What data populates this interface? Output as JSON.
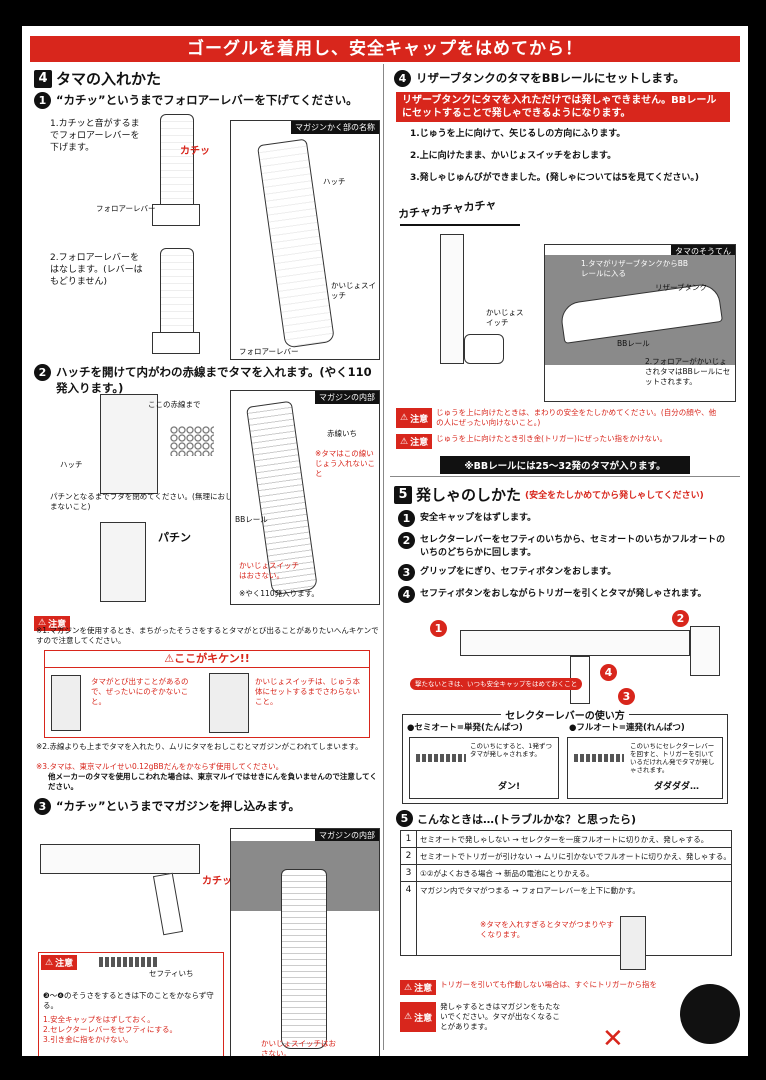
{
  "banner": "ゴーグルを着用し、安全キャップをはめてから！",
  "left": {
    "section4": {
      "num": "4",
      "title": "タマの入れかた"
    },
    "step1": {
      "num": "1",
      "text": "“カチッ”というまでフォロアーレバーを下げてください。",
      "sub1": "1.カチッと音がするまでフォロアーレバーを下げます。",
      "katchi": "カチッ",
      "follower_label": "フォロアーレバー",
      "sub2": "2.フォロアーレバーをはなします。(レバーはもどりません)",
      "frame_title": "マガジンかく部の名称",
      "hatch": "ハッチ",
      "release": "かいじょスイッチ",
      "follower_bottom": "フォロアーレバー"
    },
    "step2": {
      "num": "2",
      "text": "ハッチを開けて内がわの赤線までタマを入れます。(やく110発入ります。)",
      "red_line_note": "ここの赤線まで",
      "hatch": "ハッチ",
      "pachin_note": "パチンとなるまでフタを閉めてください。(無理におしこまないこと)",
      "pachin": "パチン",
      "frame_title": "マガジンの内部",
      "akasen": "赤線いち",
      "bb_note": "※タマはこの線いじょう入れないこと",
      "bb_rail": "BBレール",
      "release_note": "かいじょスイッチはおさない。",
      "capacity": "※やく110発入ります。"
    },
    "caution1": {
      "label": "注意",
      "text": "※1.マガジンを使用するとき、まちがったそうさをするとタマがとび出ることがありたいへんキケンですので注意してください。"
    },
    "danger": {
      "title": "ここがキケン!!",
      "left": "タマがとび出すことがあるので、ぜったいにのぞかないこと。",
      "right": "かいじょスイッチは、じゅう本体にセットするまでさわらないこと。"
    },
    "notes": {
      "n2": "※2.赤線よりも上までタマを入れたり、ムリにタマをおしこむとマガジンがこわれてしまいます。",
      "n3": "※3.タマは、東京マルイせい0.12gBBだんをかならず使用してください。",
      "n3b": "他メーカーのタマを使用しこわれた場合は、東京マルイではせきにんを負いませんので注意してください。"
    },
    "step3": {
      "num": "3",
      "text": "“カチッ”というまでマガジンを押し込みます。",
      "katchi": "カチッ",
      "frame_title": "マガジンの内部",
      "safety_pos": "セフティいち",
      "release_note": "かいじょスイッチはおさない。"
    },
    "caution2": {
      "label": "注意",
      "intro": "❸〜❹のそうさをするときは下のことをかならず守る。",
      "items": [
        "1.安全キャップをはずしておく。",
        "2.セレクターレバーをセフティにする。",
        "3.引き金に指をかけない。"
      ]
    }
  },
  "right": {
    "step4": {
      "num": "4",
      "text": "リザーブタンクのタマをBBレールにセットします。",
      "redbar": "リザーブタンクにタマを入れただけでは発しゃできません。BBレールにセットすることで発しゃできるようになります。",
      "items": [
        "1.じゅうを上に向けて、矢じるしの方向にふります。",
        "2.上に向けたまま、かいじょスイッチをおします。",
        "3.発しゃじゅんびができました。(発しゃについては5を見てください。)"
      ],
      "kacha": "カチャカチャカチャ",
      "release": "かいじょスイッチ",
      "frame_title": "タマのそうてん",
      "note1": "1.タマがリザーブタンクからBBレールに入る",
      "reserve": "リザーブタンク",
      "bb_rail": "BBレール",
      "note2": "2.フォロアーがかいじょされタマはBBレールにセットされます。",
      "caution_a": "じゅうを上に向けたときは、まわりの安全をたしかめてください。(自分の顔や、他の人にぜったい向けないこと。)",
      "caution_b": "じゅうを上に向けたとき引き金(トリガー)にぜったい指をかけない。",
      "caution_label": "注意",
      "blackbar": "※BBレールには25〜32発のタマが入ります。"
    },
    "section5": {
      "num": "5",
      "title": "発しゃのしかた",
      "subtitle": "(安全をたしかめてから発しゃしてください)",
      "steps": [
        {
          "num": "1",
          "text": "安全キャップをはずします。"
        },
        {
          "num": "2",
          "text": "セレクターレバーをセフティのいちから、セミオートのいちかフルオートのいちのどちらかに回します。"
        },
        {
          "num": "3",
          "text": "グリップをにぎり、セフティボタンをおします。"
        },
        {
          "num": "4",
          "text": "セフティボタンをおしながらトリガーを引くとタマが発しゃされます。"
        }
      ],
      "callout_1": "1",
      "callout_2": "2",
      "callout_3": "3",
      "callout_4": "4",
      "warning_pill": "撃たないときは、いつも安全キャップをはめておくこと"
    },
    "selector": {
      "title": "セレクターレバーの使い方",
      "semi": "●セミオート=単発(たんぱつ)",
      "full": "●フルオート=連発(れんぱつ)",
      "semi_note": "このいちにすると、1発ずつタマが発しゃされます。",
      "full_note": "このいちにセレクターレバーを回すと、トリガーを引いているだけれん発でタマが発しゃされます。",
      "dan": "ダン!",
      "dadada": "ダダダダ…"
    },
    "trouble": {
      "num": "5",
      "title": "こんなときは…(トラブルかな？と思ったら)",
      "rows": [
        {
          "n": "1",
          "text": "セミオートで発しゃしない → セレクターを一度フルオートに切りかえ、発しゃする。"
        },
        {
          "n": "2",
          "text": "セミオートでトリガーが引けない → ムリに引かないでフルオートに切りかえ、発しゃする。"
        },
        {
          "n": "3",
          "text": "①②がよくおきる場合 → 新品の電池にとりかえる。"
        },
        {
          "n": "4",
          "text": "マガジン内でタマがつまる → フォロアーレバーを上下に動かす。"
        }
      ],
      "note": "※タマを入れすぎるとタマがつまりやすくなります。"
    },
    "bottom_cautions": {
      "label": "注意",
      "c1": "トリガーを引いても作動しない場合は、すぐにトリガーから指を",
      "c2": "発しゃするときはマガジンをもたないでください。タマが出なくなることがあります。"
    }
  }
}
